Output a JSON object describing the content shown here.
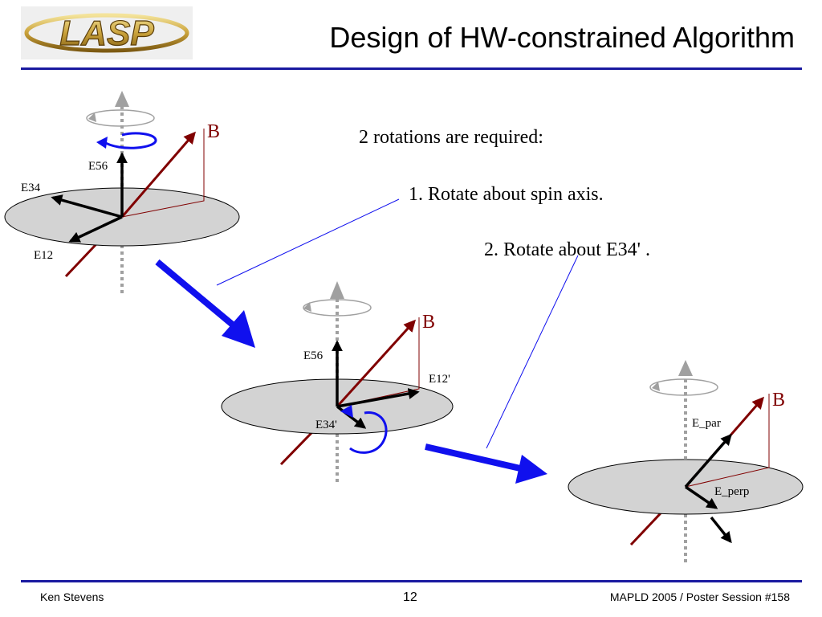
{
  "header": {
    "logo_text": "LASP",
    "title": "Design of HW-constrained Algorithm"
  },
  "body": {
    "intro": "2 rotations are required:",
    "steps": [
      "1. Rotate about spin axis.",
      "2. Rotate about E34' ."
    ]
  },
  "diagram": {
    "stage1": {
      "b_label": "B",
      "e56_label": "E56",
      "e34_label": "E34",
      "e12_label": "E12"
    },
    "stage2": {
      "b_label": "B",
      "e56_label": "E56",
      "e12_label": "E12'",
      "e34_label": "E34'"
    },
    "stage3": {
      "b_label": "B",
      "epar_label": "E_par",
      "eperp_label": "E_perp"
    }
  },
  "footer": {
    "author": "Ken Stevens",
    "page_number": "12",
    "event": "MAPLD 2005 / Poster Session #158"
  },
  "colors": {
    "rule": "#1a1aa0",
    "b_vector": "#800000",
    "transition_arrow": "#1010ee",
    "disk_fill": "#d3d3d3",
    "spin_axis": "#a0a0a0"
  }
}
